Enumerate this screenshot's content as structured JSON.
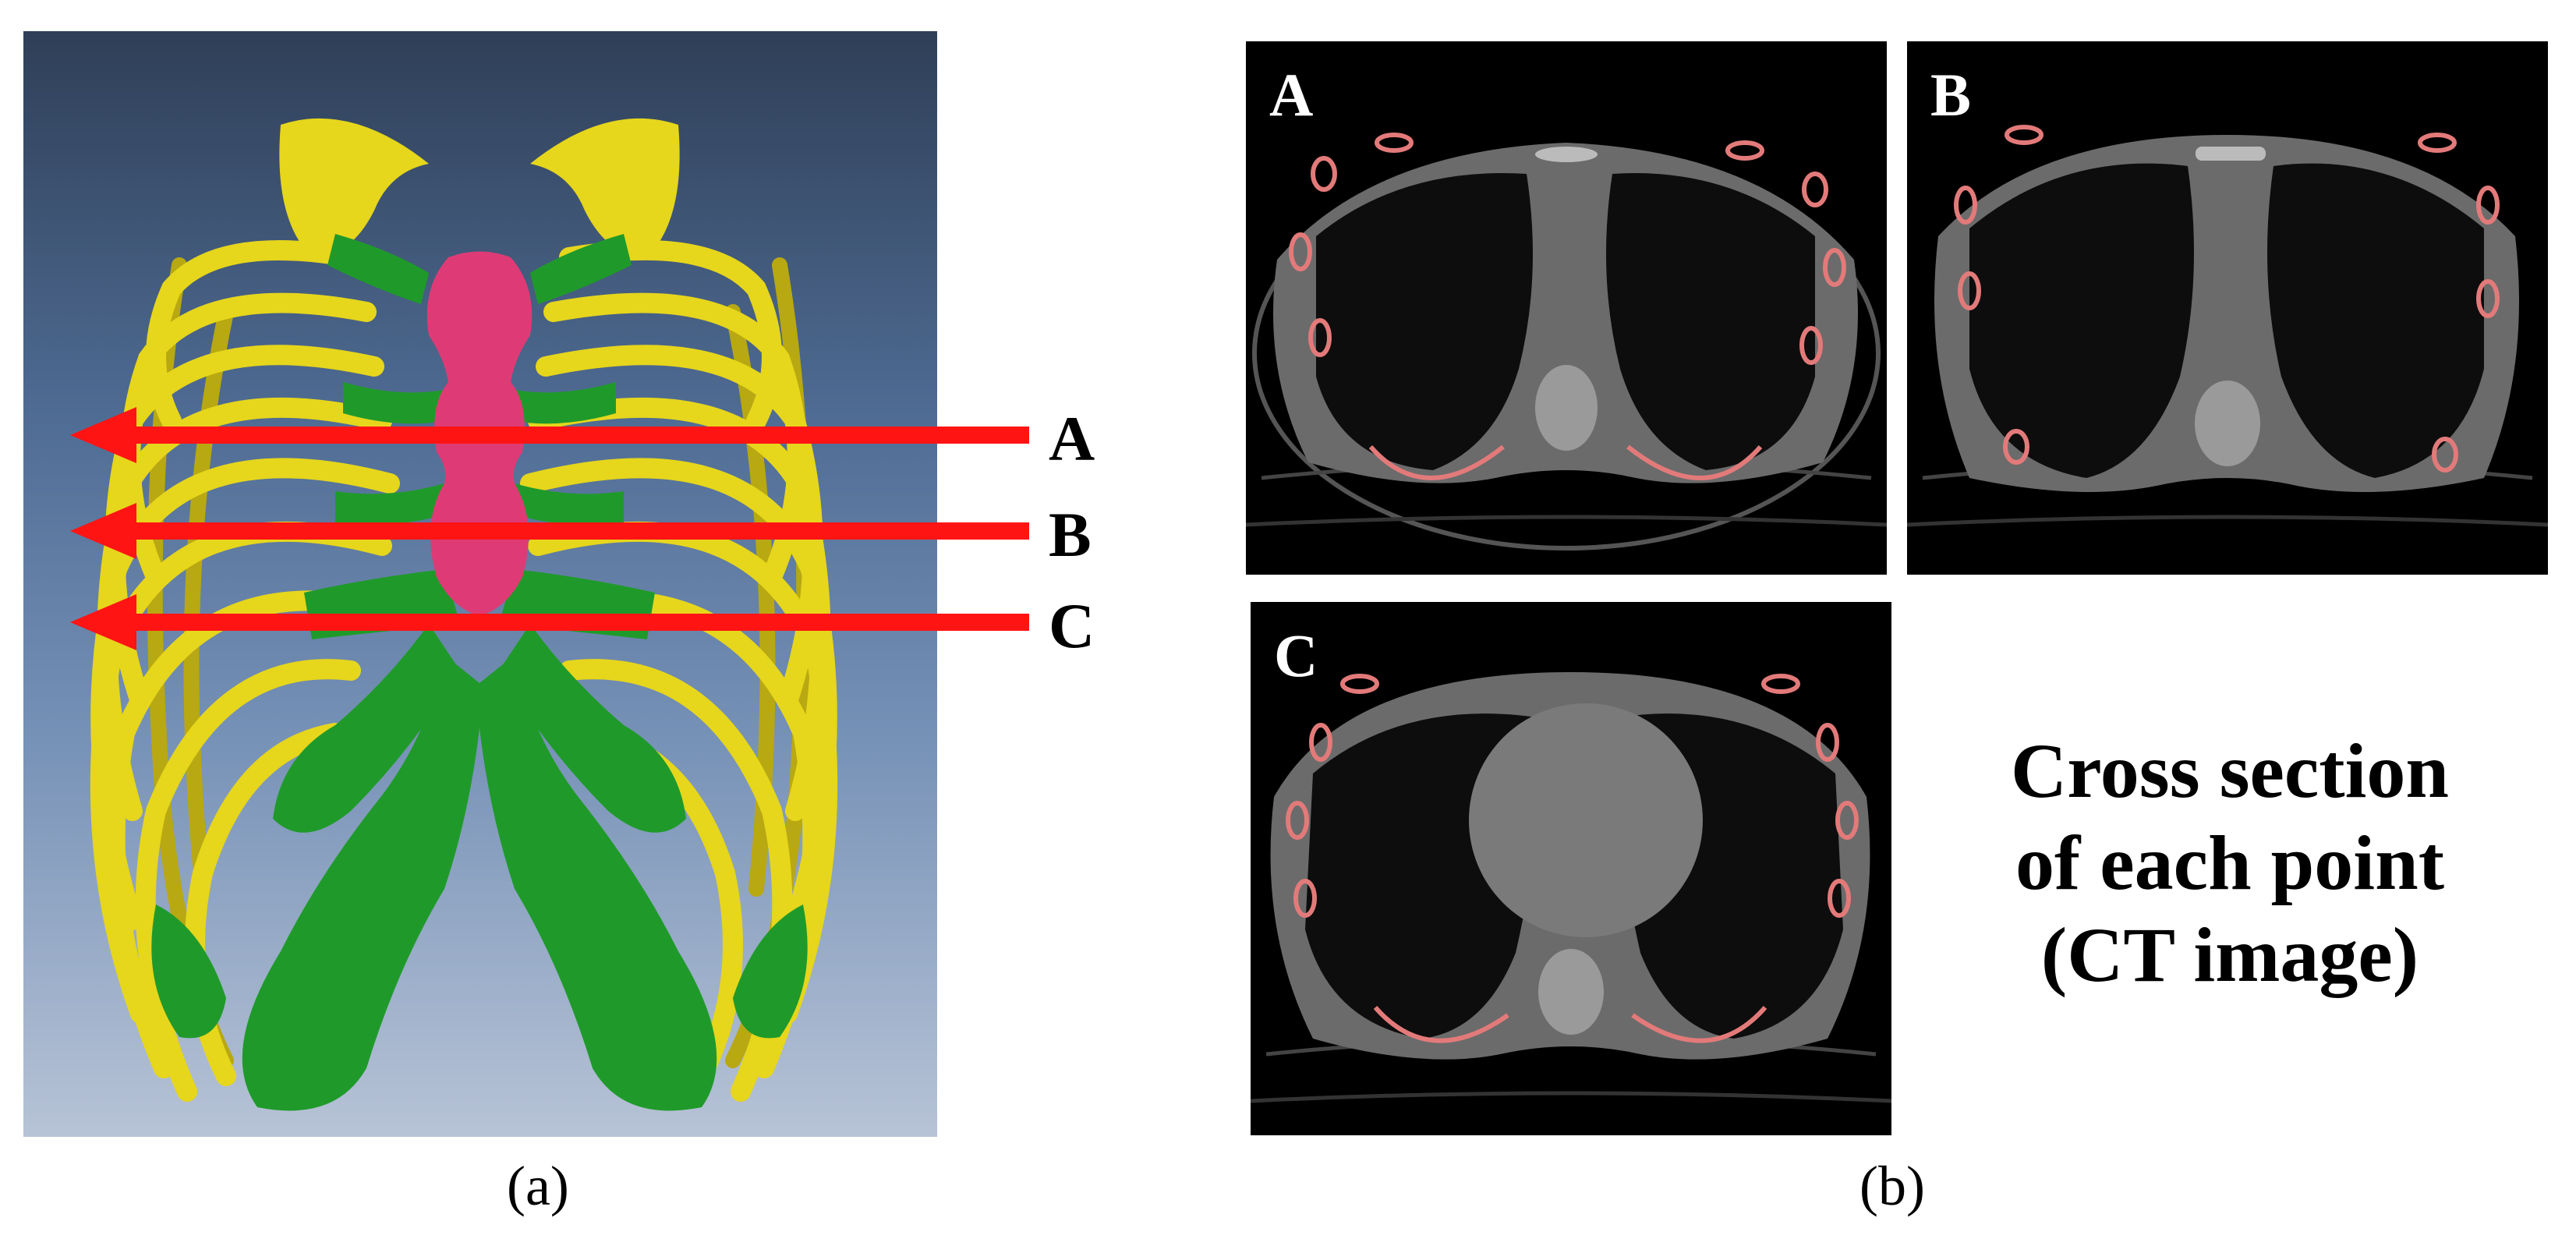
{
  "panel_a": {
    "arrow_labels": [
      "A",
      "B",
      "C"
    ],
    "caption": "(a)"
  },
  "panel_b": {
    "ct_labels": [
      "A",
      "B",
      "C"
    ],
    "caption_lines": [
      "Cross section",
      "of each point",
      "(CT image)"
    ],
    "caption": "(b)"
  },
  "colors": {
    "rib": "#e6d61c",
    "cartilage": "#1f9a2a",
    "sternum": "#de3b76",
    "arrow": "#ff1414",
    "background_top": "#2f3f57",
    "background_bottom": "#b7c3d6"
  }
}
